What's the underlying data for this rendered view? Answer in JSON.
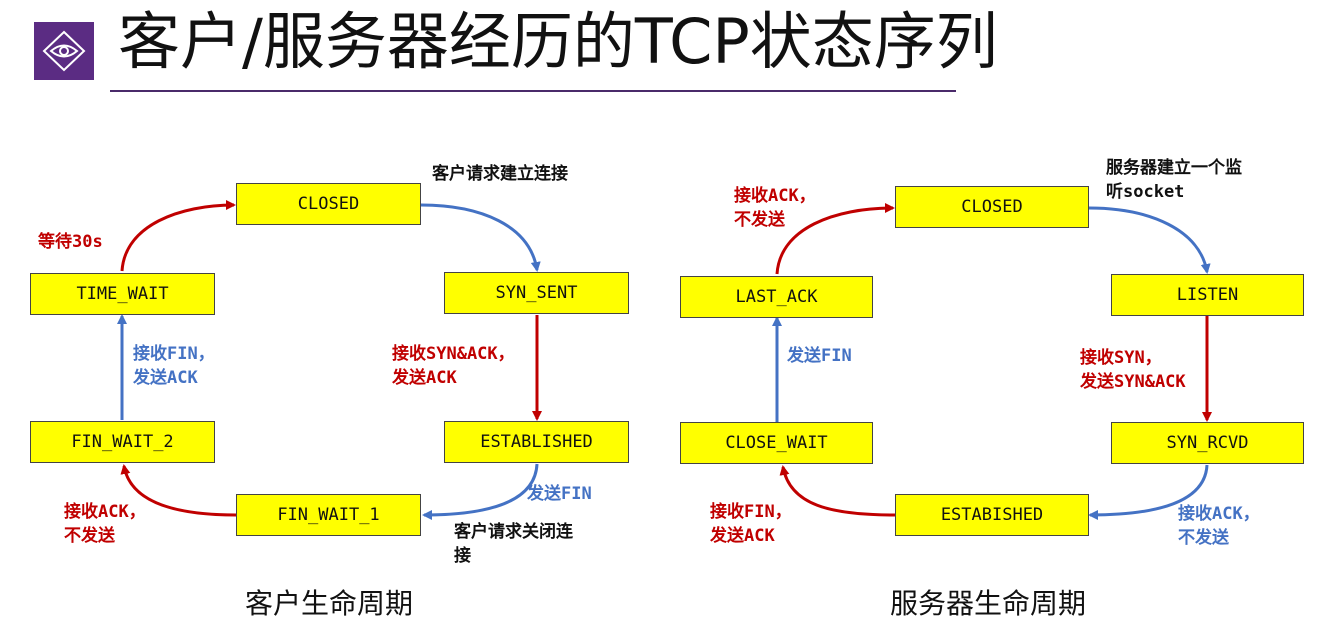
{
  "title": "客户/服务器经历的TCP状态序列",
  "client": {
    "caption": "客户生命周期",
    "states": {
      "closed": "CLOSED",
      "syn_sent": "SYN_SENT",
      "established": "ESTABLISHED",
      "fin_wait_1": "FIN_WAIT_1",
      "fin_wait_2": "FIN_WAIT_2",
      "time_wait": "TIME_WAIT"
    },
    "labels": {
      "request_connect": "客户请求建立连接",
      "recv_synack": "接收SYN&ACK，\n发送ACK",
      "send_fin": "发送FIN",
      "request_close": "客户请求关闭连\n接",
      "recv_ack": "接收ACK，\n不发送",
      "recv_fin": "接收FIN，\n发送ACK",
      "wait_30s": "等待30s"
    }
  },
  "server": {
    "caption": "服务器生命周期",
    "states": {
      "closed": "CLOSED",
      "listen": "LISTEN",
      "syn_rcvd": "SYN_RCVD",
      "established": "ESTABISHED",
      "close_wait": "CLOSE_WAIT",
      "last_ack": "LAST_ACK"
    },
    "labels": {
      "listen_socket": "服务器建立一个监\n听socket",
      "recv_syn": "接收SYN，\n发送SYN&ACK",
      "recv_ack_1": "接收ACK，\n不发送",
      "recv_fin": "接收FIN，\n发送ACK",
      "send_fin": "发送FIN",
      "recv_ack_2": "接收ACK，\n不发送"
    }
  },
  "colors": {
    "red": "#c00000",
    "blue": "#4472c4",
    "state_fill": "#ffff00",
    "logo": "#5b2c83"
  }
}
